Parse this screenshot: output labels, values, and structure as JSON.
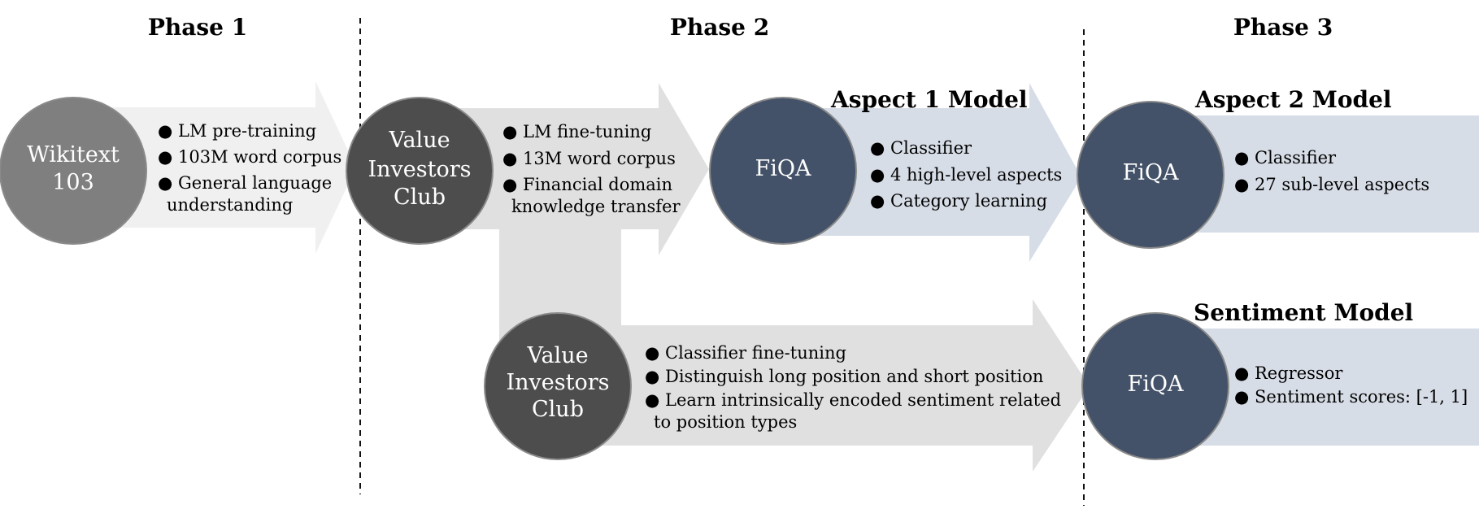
{
  "phases": [
    "Phase 1",
    "Phase 2",
    "Phase 3"
  ],
  "colors": {
    "wikitext_circle": "#7f7f7f",
    "vic_circle": "#4d4d4d",
    "fiqa_circle": "#435268",
    "arrow_light": "#f0f0f0",
    "arrow_gray": "#e0e0e0",
    "arrow_blue": "#d7dde7",
    "circle_border": "#8a8a8a"
  },
  "nodes": {
    "wikitext": [
      "Wikitext",
      "103"
    ],
    "vic_top": [
      "Value",
      "Investors",
      "Club"
    ],
    "fiqa_aspect1": [
      "FiQA"
    ],
    "fiqa_aspect2": [
      "FiQA"
    ],
    "vic_bottom": [
      "Value",
      "Investors",
      "Club"
    ],
    "fiqa_sentiment": [
      "FiQA"
    ]
  },
  "models": {
    "aspect1": "Aspect 1 Model",
    "aspect2": "Aspect 2 Model",
    "sentiment": "Sentiment Model"
  },
  "bullets": {
    "phase1": [
      "LM pre-training",
      "103M word corpus",
      "General language",
      "understanding"
    ],
    "phase2_top": [
      "LM fine-tuning",
      "13M word corpus",
      "Financial domain",
      "knowledge transfer"
    ],
    "aspect1": [
      "Classifier",
      "4 high-level aspects",
      "Category learning"
    ],
    "aspect2": [
      "Classifier",
      "27 sub-level aspects"
    ],
    "phase2_bottom": [
      "Classifier fine-tuning",
      "Distinguish long position and short position",
      "Learn intrinsically encoded sentiment related",
      "to position types"
    ],
    "sentiment": [
      "Regressor",
      "Sentiment scores: [-1, 1]"
    ]
  }
}
